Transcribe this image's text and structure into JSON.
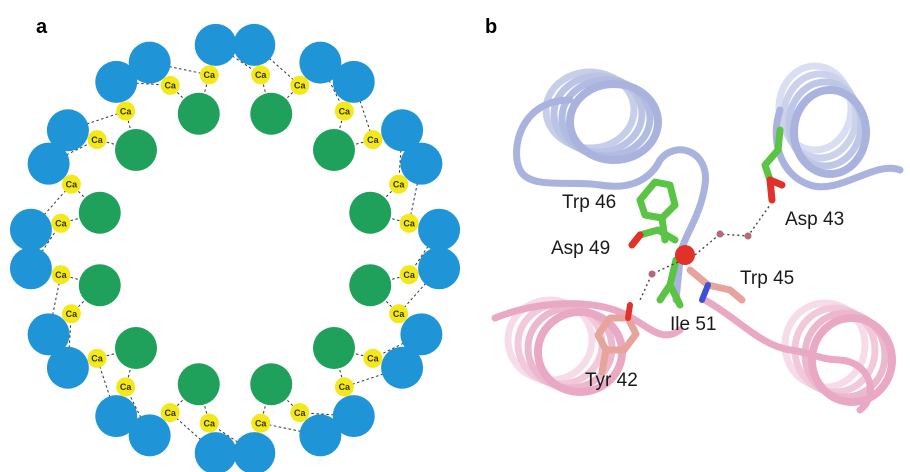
{
  "panels": {
    "a": "a",
    "b": "b"
  },
  "ring": {
    "ion_label": "Ca",
    "colors": {
      "outer": "#1f95d8",
      "inner": "#1fa15b",
      "ion": "#f3e81a",
      "ion_text": "#3a3300",
      "bond": "#333333"
    }
  },
  "residues": {
    "trp46": "Trp 46",
    "asp49": "Asp 49",
    "asp43": "Asp 43",
    "trp45": "Trp 45",
    "ile51": "Ile 51",
    "tyr42": "Tyr 42"
  },
  "structure_colors": {
    "blue_helix": "#a9b3dd",
    "pink_helix": "#e9a9c4",
    "green_carbon": "#5cc444",
    "pink_carbon": "#e6a49c",
    "oxygen": "#e0312a",
    "nitrogen": "#3d50d6",
    "water": "#b36a7a"
  }
}
